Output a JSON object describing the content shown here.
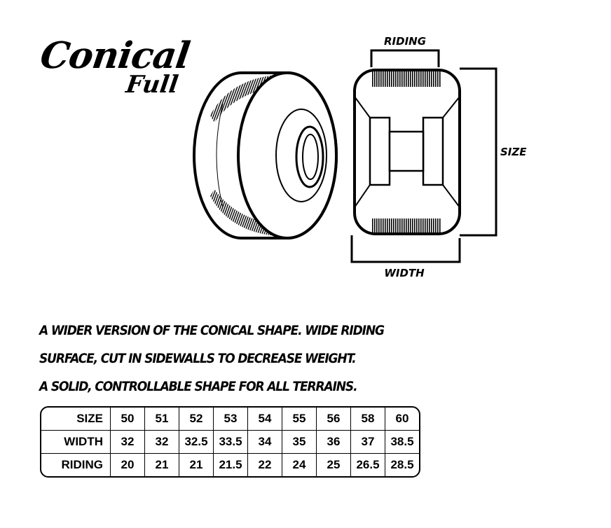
{
  "logo": {
    "title": "Conical",
    "subtitle": "Full"
  },
  "diagram": {
    "riding_label": "RIDING",
    "size_label": "SIZE",
    "width_label": "WIDTH"
  },
  "description": {
    "lines": [
      "A WIDER VERSION OF THE CONICAL SHAPE. WIDE RIDING",
      "SURFACE, CUT IN SIDEWALLS TO DECREASE WEIGHT.",
      "A SOLID, CONTROLLABLE SHAPE FOR ALL TERRAINS."
    ]
  },
  "table": {
    "rows": [
      {
        "header": "SIZE",
        "values": [
          "50",
          "51",
          "52",
          "53",
          "54",
          "55",
          "56",
          "58",
          "60"
        ]
      },
      {
        "header": "WIDTH",
        "values": [
          "32",
          "32",
          "32.5",
          "33.5",
          "34",
          "35",
          "36",
          "37",
          "38.5"
        ]
      },
      {
        "header": "RIDING",
        "values": [
          "20",
          "21",
          "21",
          "21.5",
          "22",
          "24",
          "25",
          "26.5",
          "28.5"
        ]
      }
    ]
  }
}
